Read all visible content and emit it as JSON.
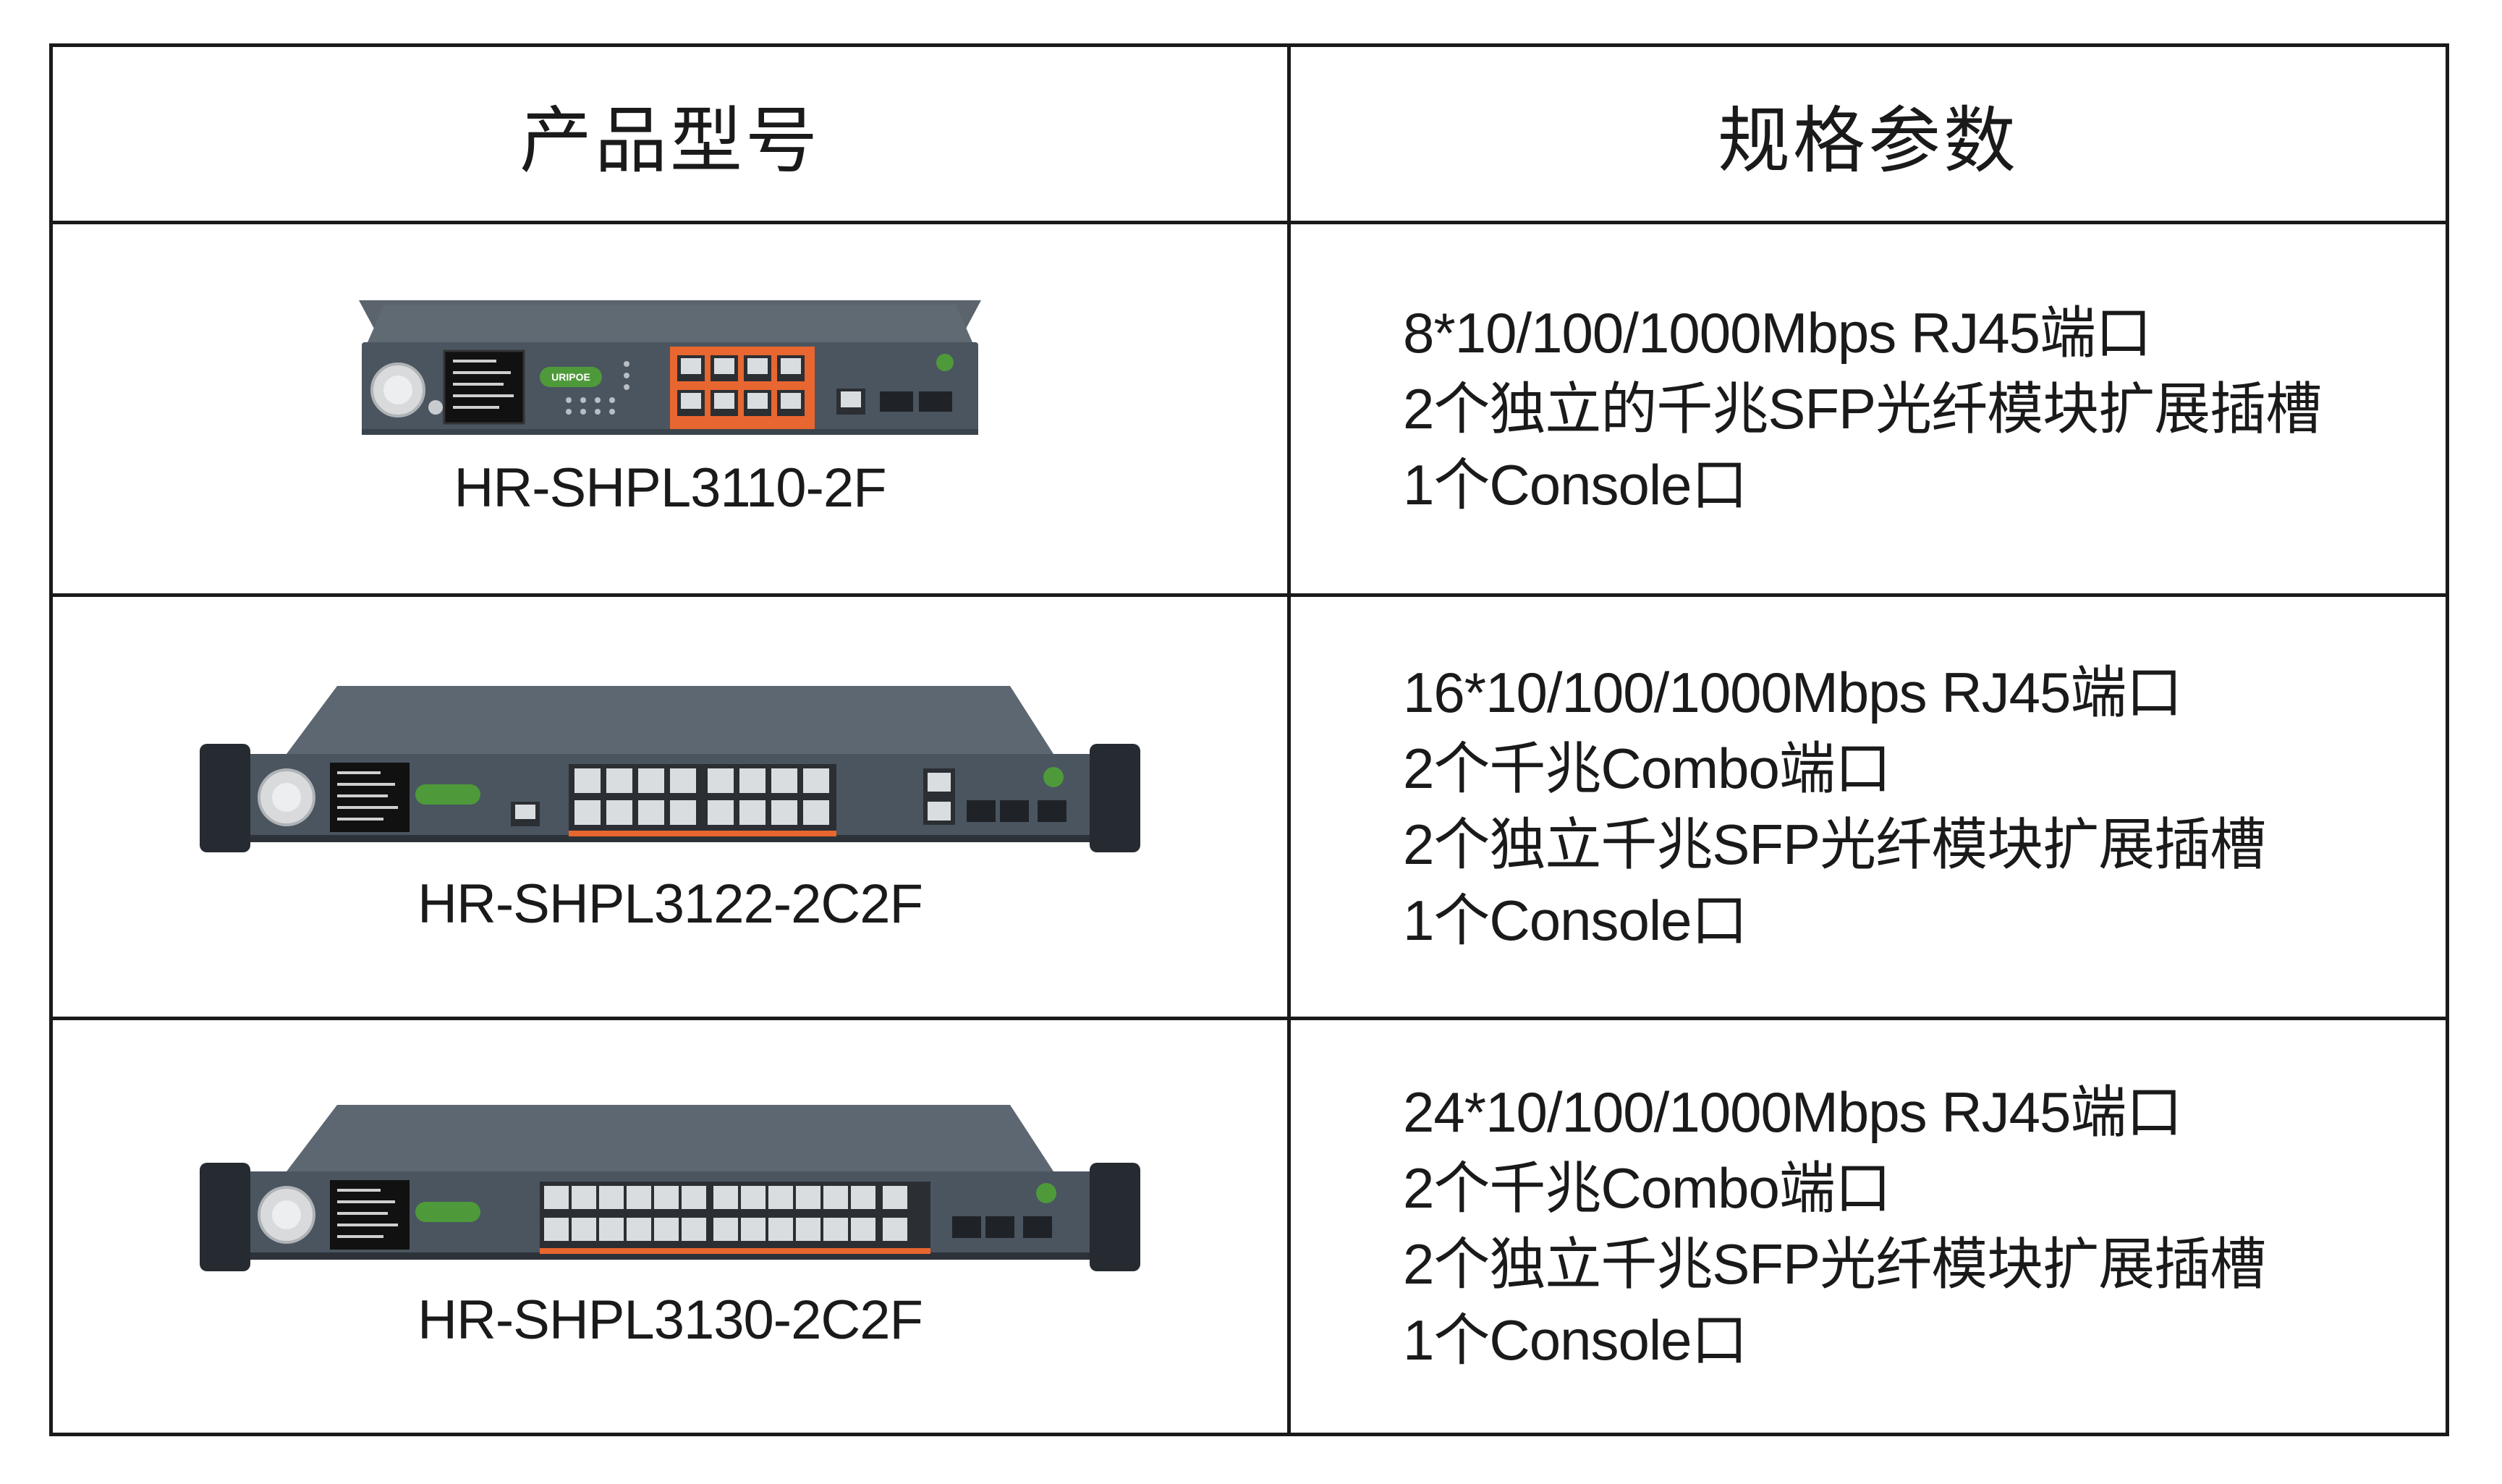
{
  "table": {
    "headers": {
      "model": "产品型号",
      "spec": "规格参数"
    },
    "rows": [
      {
        "model": "HR-SHPL3110-2F",
        "image": "desktop-switch-8-port",
        "specs": [
          "8*10/100/1000Mbps RJ45端口",
          "2个独立的千兆SFP光纤模块扩展插槽",
          "1个Console口"
        ]
      },
      {
        "model": "HR-SHPL3122-2C2F",
        "image": "rackmount-switch-16-port",
        "specs": [
          "16*10/100/1000Mbps RJ45端口",
          "2个千兆Combo端口",
          "2个独立千兆SFP光纤模块扩展插槽",
          "1个Console口"
        ]
      },
      {
        "model": "HR-SHPL3130-2C2F",
        "image": "rackmount-switch-24-port",
        "specs": [
          "24*10/100/1000Mbps RJ45端口",
          "2个千兆Combo端口",
          "2个独立千兆SFP光纤模块扩展插槽",
          "1个Console口"
        ]
      }
    ]
  },
  "device_logo": "URIPOE",
  "colors": {
    "chassis": "#4a5560",
    "chassis_top": "#5c6670",
    "port_highlight": "#e8662f",
    "logo_green": "#4e9a3a",
    "border": "#1a1a1a"
  }
}
